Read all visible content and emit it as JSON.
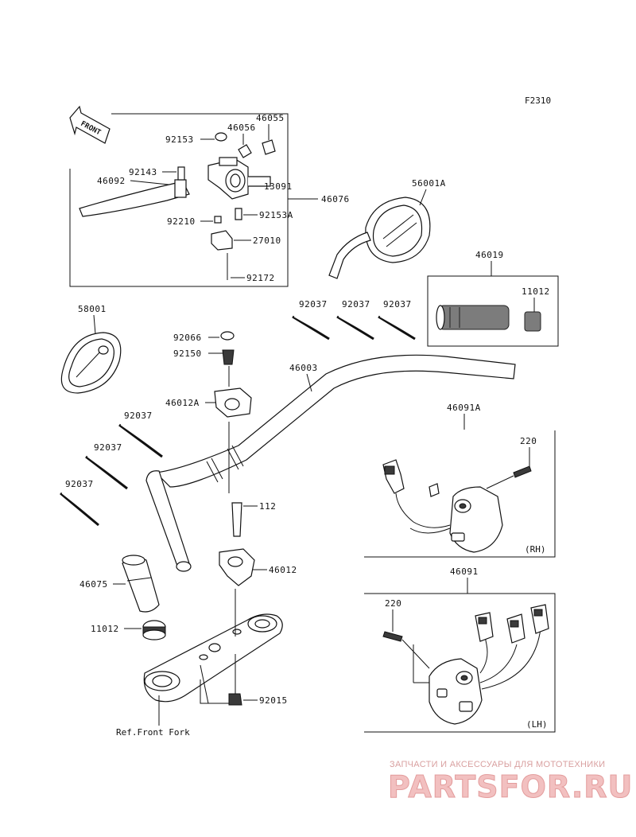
{
  "figure_code": "F2310",
  "front_arrow_label": "FRONT",
  "parts": {
    "p46055": "46055",
    "p46056": "46056",
    "p92153": "92153",
    "p92143": "92143",
    "p46092": "46092",
    "p13091": "13091",
    "p92210": "92210",
    "p92153a": "92153A",
    "p27010": "27010",
    "p92172": "92172",
    "p46076": "46076",
    "p56001a": "56001A",
    "p46019": "46019",
    "p11012_top": "11012",
    "p58001": "58001",
    "p92037_a": "92037",
    "p92037_b": "92037",
    "p92037_c": "92037",
    "p92066": "92066",
    "p92150": "92150",
    "p46003": "46003",
    "p46012a": "46012A",
    "p92037_d": "92037",
    "p92037_e": "92037",
    "p92037_f": "92037",
    "p46091a": "46091A",
    "p220_rh": "220",
    "rh_label": "(RH)",
    "p112": "112",
    "p46012": "46012",
    "p46075": "46075",
    "p11012_bottom": "11012",
    "p46091": "46091",
    "p220_lh": "220",
    "lh_label": "(LH)",
    "p92015": "92015",
    "ref_front_fork": "Ref.Front Fork"
  },
  "watermark": {
    "tagline": "ЗАПЧАСТИ И АКСЕССУАРЫ ДЛЯ МОТОТЕХНИКИ",
    "logo": "PARTSFOR.RU"
  }
}
